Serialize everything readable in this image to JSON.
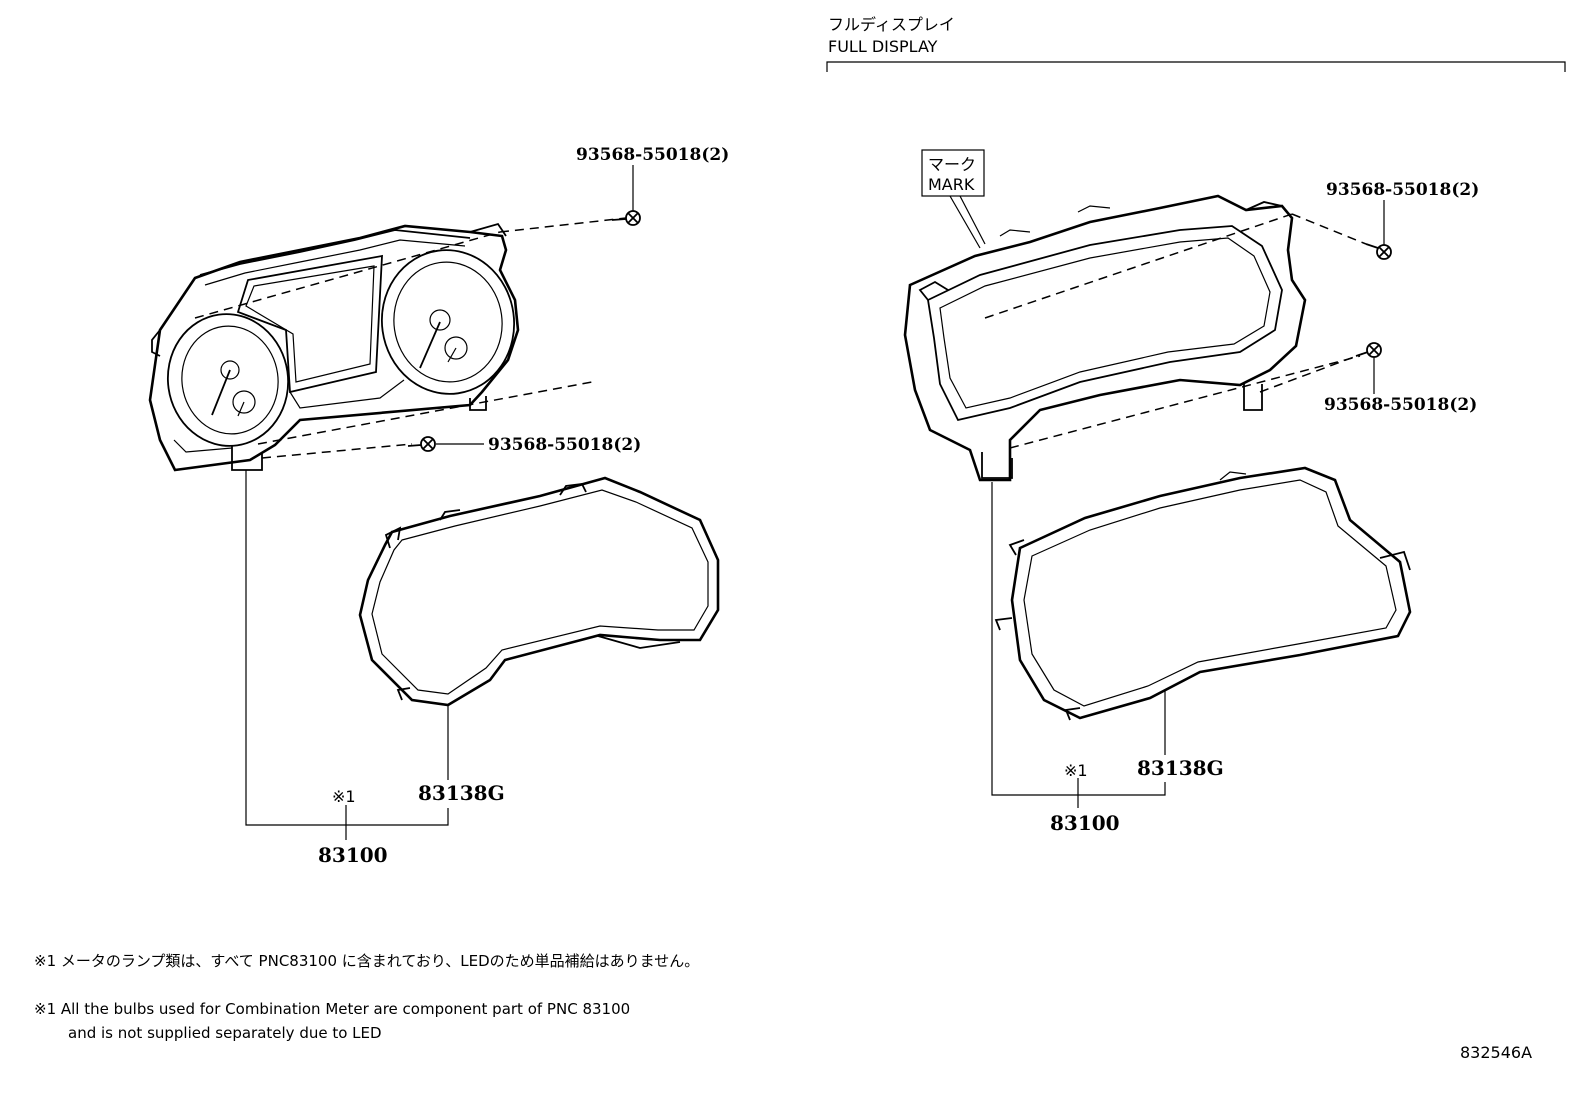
{
  "header": {
    "title_jp": "フルディスプレイ",
    "title_en": "FULL DISPLAY"
  },
  "mark": {
    "jp": "マーク",
    "en": "MARK"
  },
  "left": {
    "screw_top": "93568-55018(2)",
    "screw_bottom": "93568-55018(2)",
    "ref_mark": "※1",
    "part_cover": "83138G",
    "part_meter": "83100"
  },
  "right": {
    "screw_top": "93568-55018(2)",
    "screw_bottom": "93568-55018(2)",
    "ref_mark": "※1",
    "part_cover": "83138G",
    "part_meter": "83100"
  },
  "notes": {
    "jp": "※1 メータのランプ類は、すべて PNC83100 に含まれており、LEDのため単品補給はありません。",
    "en_line1": "※1 All the bulbs used for Combination Meter are component part of PNC 83100",
    "en_line2": "and is not supplied separately due to LED"
  },
  "diagram_id": "832546A"
}
